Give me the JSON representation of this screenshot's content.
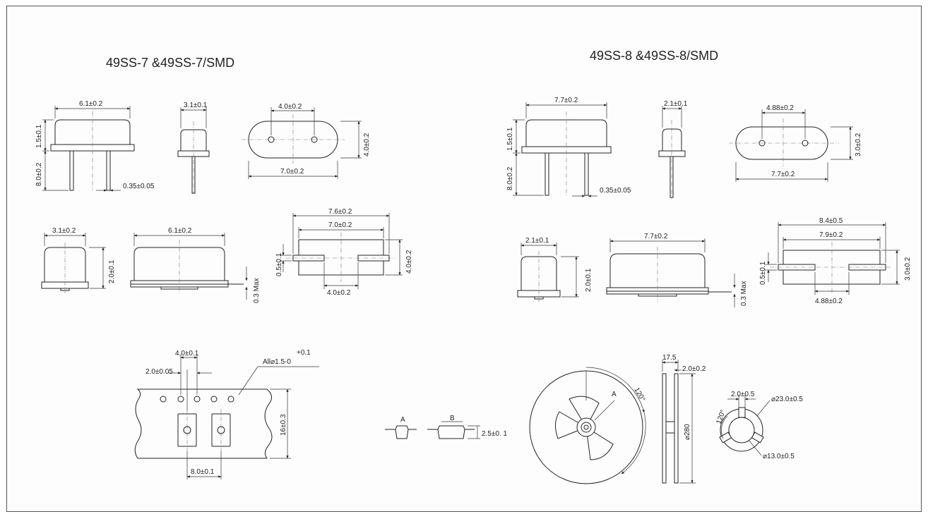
{
  "left": {
    "title": "49SS-7 &49SS-7/SMD",
    "front_width": "6.1±0.2",
    "body_height": "1.5±0.1",
    "lead_length": "8.0±0.2",
    "lead_dia": "0.35±0.05",
    "side_width": "3.1±0.1",
    "top_pitch": "4.0±0.2",
    "top_length": "7.0±0.2",
    "top_height": "4.0±0.2",
    "smd_side_width": "3.1±0.2",
    "smd_side_height": "2.0±0.1",
    "smd_front_width": "6.1±0.2",
    "smd_max": "0.3 Max",
    "pad_outer": "7.6±0.2",
    "pad_inner": "7.0±0.2",
    "pad_thick": "0.5±0.1",
    "pad_height": "4.0±0.2",
    "pad_gap": "4.0±0.2"
  },
  "right": {
    "title": "49SS-8 &49SS-8/SMD",
    "front_width": "7.7±0.2",
    "body_height": "1.5±0.1",
    "lead_length": "8.0±0.2",
    "lead_dia": "0.35±0.05",
    "side_width": "2.1±0.1",
    "top_pitch": "4.88±0.2",
    "top_length": "7.7±0.2",
    "top_height": "3.0±0.2",
    "smd_side_width": "2.1±0.1",
    "smd_side_height": "2.0±0.1",
    "smd_front_width": "7.7±0.2",
    "smd_max": "0.3 Max",
    "pad_outer": "8.4±0.5",
    "pad_inner": "7.9±0.2",
    "pad_thick": "0.5±0.1",
    "pad_height": "3.0±0.2",
    "pad_gap": "4.88±0.2"
  },
  "tape": {
    "hole_pitch": "4.0±0.1",
    "hole_offset": "2.0±0.05",
    "hole_tol": "+0.1",
    "hole_dia": "All⌀1.5-0",
    "width": "16±0.3",
    "pocket_pitch": "8.0±0.1",
    "label_a": "A",
    "label_b": "B",
    "pocket_depth": "2.5±0. 1"
  },
  "reel": {
    "angle": "120°",
    "label_a": "A",
    "hub_width": "17.5",
    "flange": "2.0±0.2",
    "diameter": "⌀280",
    "key_width": "2.0±0.5",
    "hub_angle": "120°",
    "hub_outer": "⌀23.0±0.5",
    "hub_inner": "⌀13.0±0.5"
  }
}
